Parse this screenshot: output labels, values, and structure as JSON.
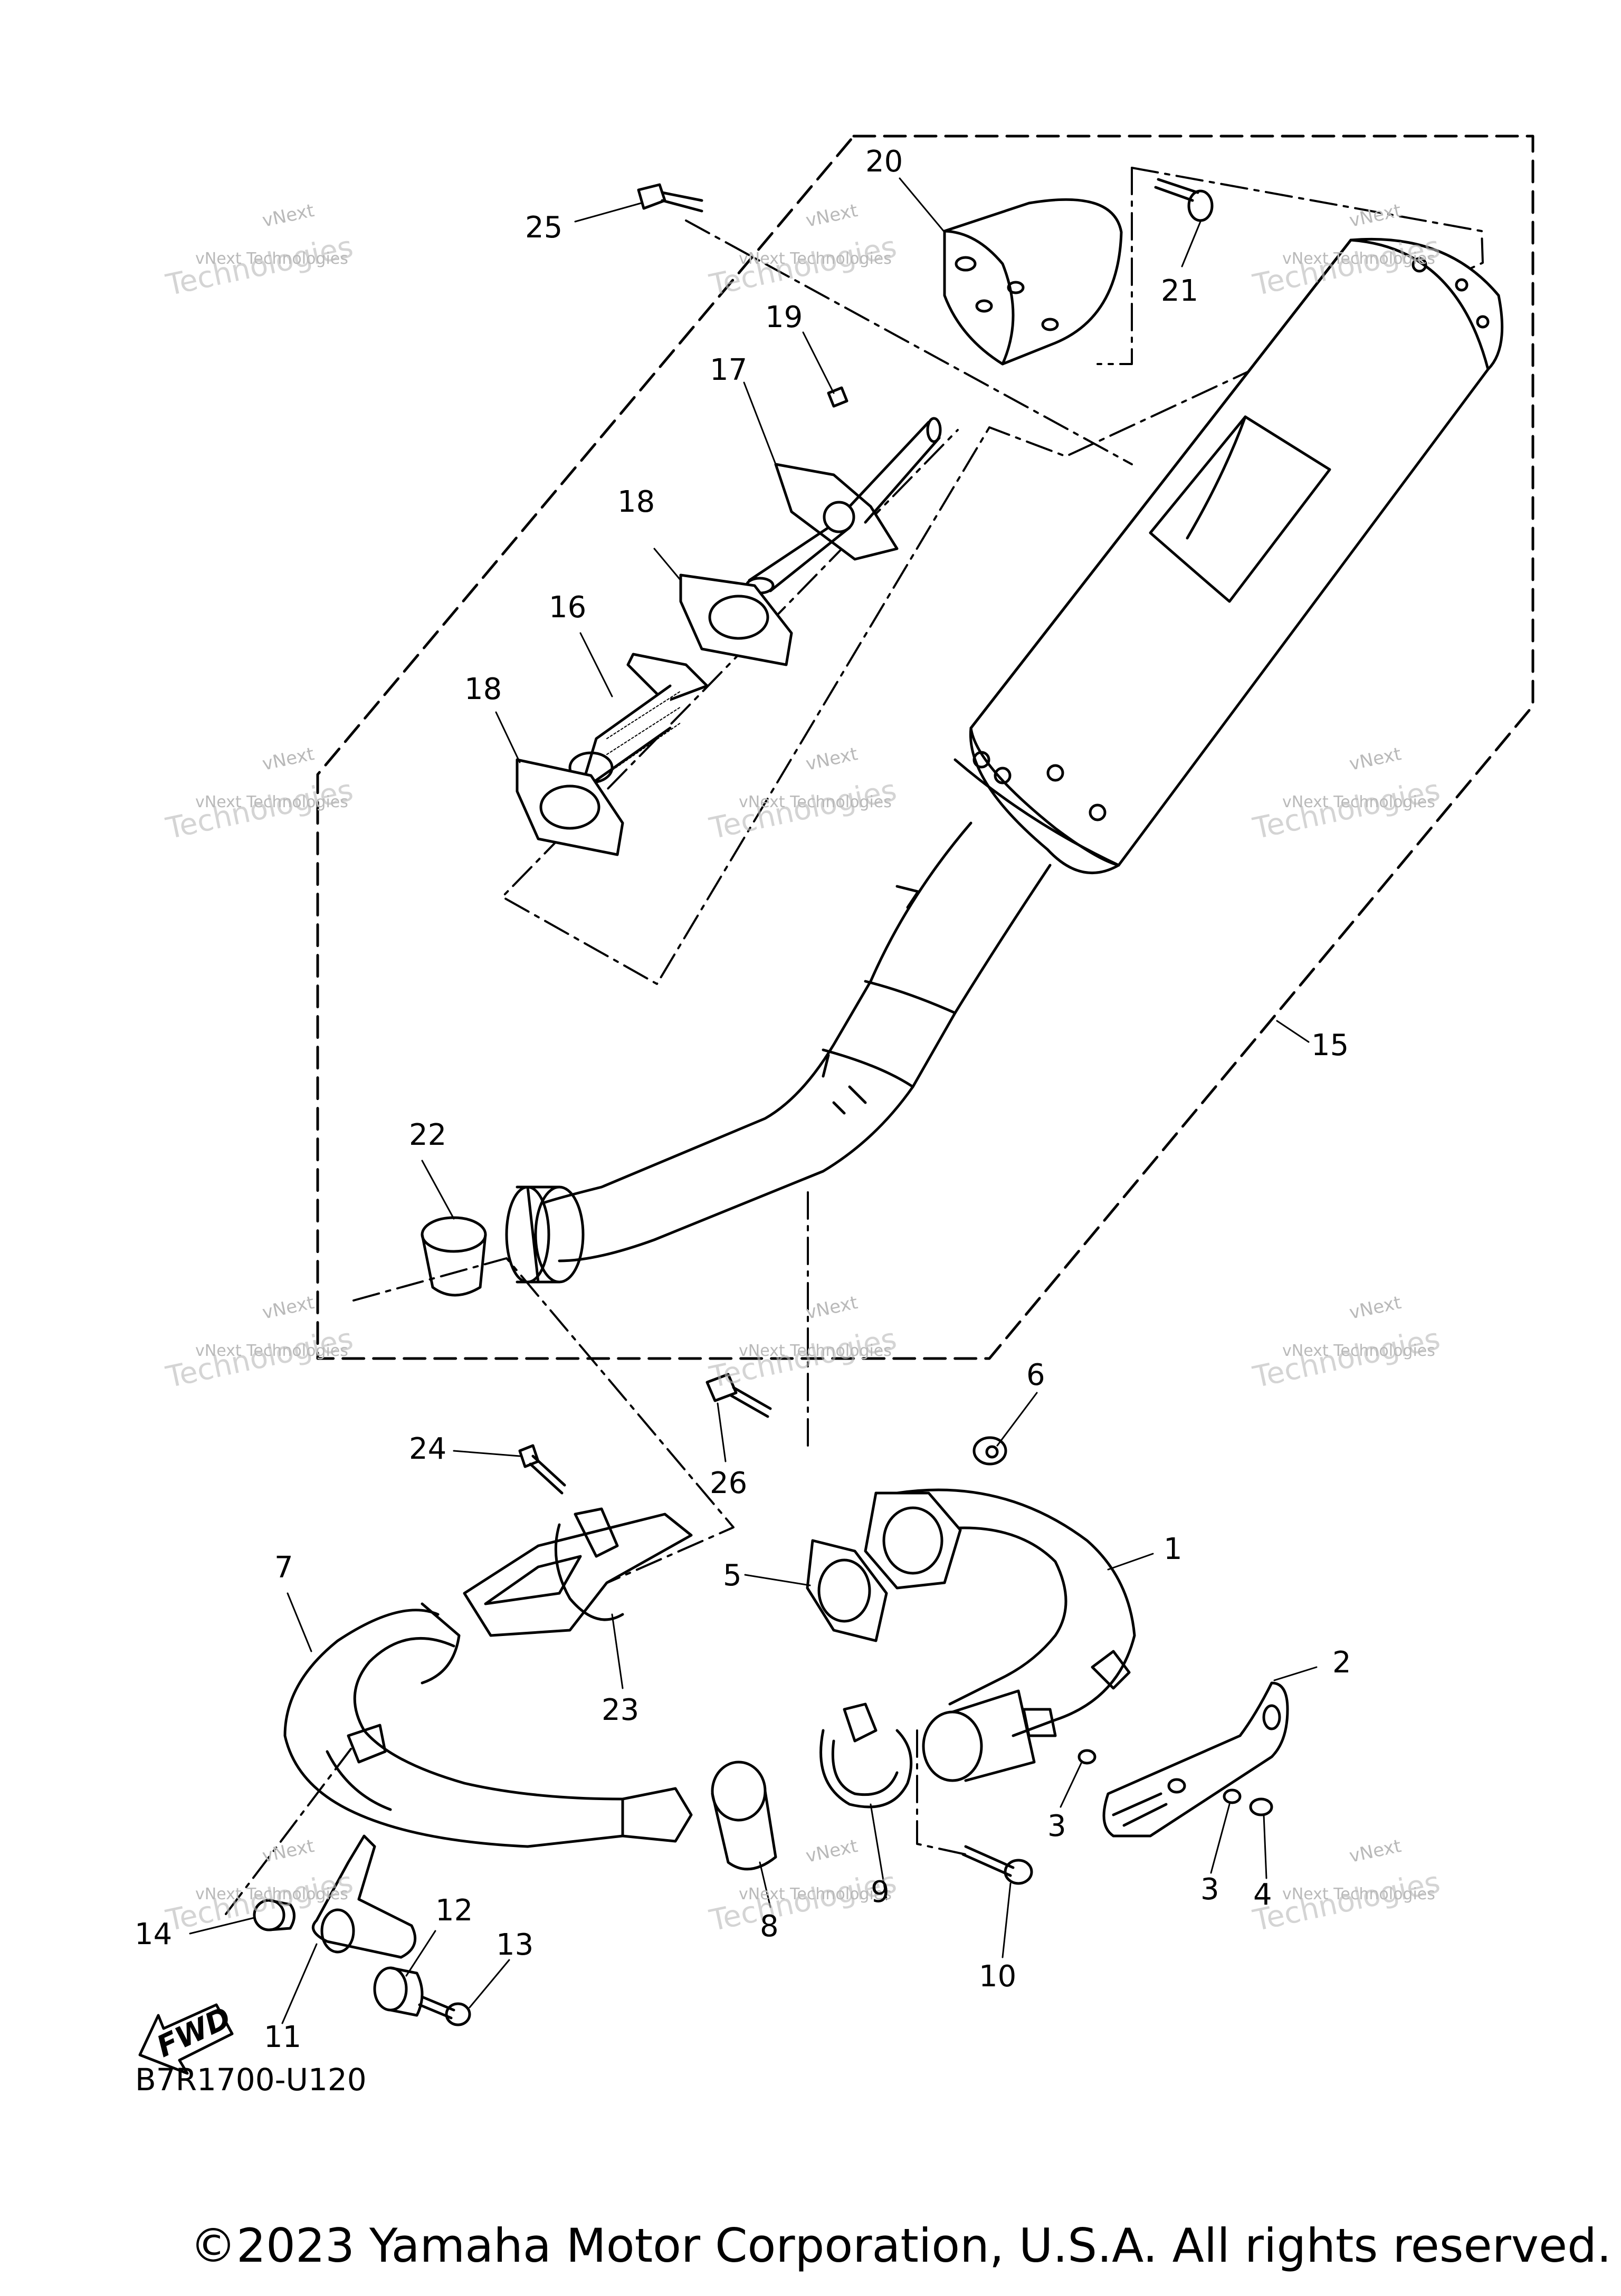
{
  "diagram_code": "B7R1700-U120",
  "copyright": "©2023 Yamaha Motor Corporation, U.S.A. All rights reserved.",
  "fwd_label": "FWD",
  "watermark": {
    "line1": "vNext Technologies",
    "line2": "Technologies",
    "line3": "vNext"
  },
  "callouts": [
    {
      "id": "1",
      "label": "1"
    },
    {
      "id": "2",
      "label": "2"
    },
    {
      "id": "3a",
      "label": "3"
    },
    {
      "id": "3b",
      "label": "3"
    },
    {
      "id": "4",
      "label": "4"
    },
    {
      "id": "5",
      "label": "5"
    },
    {
      "id": "6",
      "label": "6"
    },
    {
      "id": "7",
      "label": "7"
    },
    {
      "id": "8",
      "label": "8"
    },
    {
      "id": "9",
      "label": "9"
    },
    {
      "id": "10",
      "label": "10"
    },
    {
      "id": "11",
      "label": "11"
    },
    {
      "id": "12",
      "label": "12"
    },
    {
      "id": "13",
      "label": "13"
    },
    {
      "id": "14",
      "label": "14"
    },
    {
      "id": "15",
      "label": "15"
    },
    {
      "id": "16",
      "label": "16"
    },
    {
      "id": "17",
      "label": "17"
    },
    {
      "id": "18a",
      "label": "18"
    },
    {
      "id": "18b",
      "label": "18"
    },
    {
      "id": "19",
      "label": "19"
    },
    {
      "id": "20",
      "label": "20"
    },
    {
      "id": "21",
      "label": "21"
    },
    {
      "id": "22",
      "label": "22"
    },
    {
      "id": "23",
      "label": "23"
    },
    {
      "id": "24",
      "label": "24"
    },
    {
      "id": "25",
      "label": "25"
    },
    {
      "id": "26",
      "label": "26"
    }
  ]
}
